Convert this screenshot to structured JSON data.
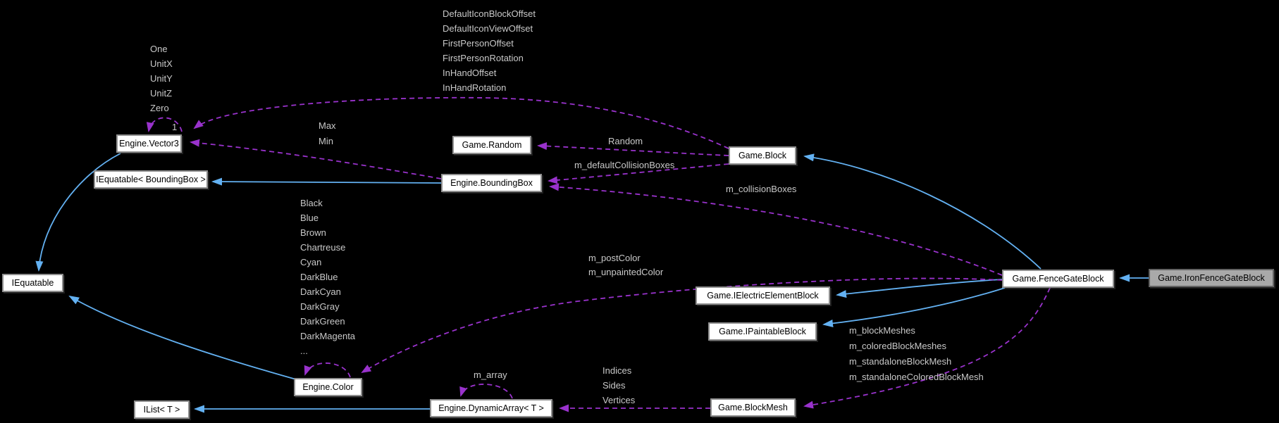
{
  "diagram": {
    "type": "collaboration-diagram",
    "background_color": "#000000",
    "colors": {
      "inheritance_edge": "#63b1f2",
      "usage_edge": "#9932cc",
      "node_fill": "#ffffff",
      "node_border": "#8f8f8f",
      "highlight_node_fill": "#a9a9a9",
      "edge_label_text": "#c9c9c9",
      "node_text": "#000000"
    },
    "nodes": {
      "vector3": {
        "label": "Engine.Vector3"
      },
      "iequatable_boundingbox": {
        "label": "IEquatable< BoundingBox >"
      },
      "random": {
        "label": "Game.Random"
      },
      "boundingbox": {
        "label": "Engine.BoundingBox"
      },
      "block": {
        "label": "Game.Block"
      },
      "iequatable": {
        "label": "IEquatable"
      },
      "fence_gate_block": {
        "label": "Game.FenceGateBlock"
      },
      "iron_fence_gate_block": {
        "label": "Game.IronFenceGateBlock",
        "highlighted": true
      },
      "ielectric_element_block": {
        "label": "Game.IElectricElementBlock"
      },
      "ipaintable_block": {
        "label": "Game.IPaintableBlock"
      },
      "color": {
        "label": "Engine.Color"
      },
      "ilist": {
        "label": "IList< T >"
      },
      "dynamic_array": {
        "label": "Engine.DynamicArray< T >"
      },
      "blockmesh": {
        "label": "Game.BlockMesh"
      }
    },
    "edge_labels": {
      "vector3_members": [
        "One",
        "UnitX",
        "UnitY",
        "UnitZ",
        "Zero"
      ],
      "vector3_loop_multiplicity": "1",
      "block_vector_members": [
        "DefaultIconBlockOffset",
        "DefaultIconViewOffset",
        "FirstPersonOffset",
        "FirstPersonRotation",
        "InHandOffset",
        "InHandRotation"
      ],
      "boundingbox_minmax": [
        "Max",
        "Min"
      ],
      "random_field": "Random",
      "default_collision_boxes": "m_defaultCollisionBoxes",
      "collision_boxes": "m_collisionBoxes",
      "paint_colors": [
        "m_postColor",
        "m_unpaintedColor"
      ],
      "color_members": [
        "Black",
        "Blue",
        "Brown",
        "Chartreuse",
        "Cyan",
        "DarkBlue",
        "DarkCyan",
        "DarkGray",
        "DarkGreen",
        "DarkMagenta",
        "..."
      ],
      "array_field": "m_array",
      "blockmesh_arrays": [
        "Indices",
        "Sides",
        "Vertices"
      ],
      "fencegate_meshes": [
        "m_blockMeshes",
        "m_coloredBlockMeshes",
        "m_standaloneBlockMesh",
        "m_standaloneColoredBlockMesh"
      ]
    },
    "edges": [
      {
        "from": "iron_fence_gate_block",
        "to": "fence_gate_block",
        "style": "inheritance"
      },
      {
        "from": "fence_gate_block",
        "to": "block",
        "style": "inheritance"
      },
      {
        "from": "fence_gate_block",
        "to": "ielectric_element_block",
        "style": "inheritance"
      },
      {
        "from": "fence_gate_block",
        "to": "ipaintable_block",
        "style": "inheritance"
      },
      {
        "from": "boundingbox",
        "to": "iequatable_boundingbox",
        "style": "inheritance"
      },
      {
        "from": "vector3",
        "to": "iequatable",
        "style": "inheritance"
      },
      {
        "from": "color",
        "to": "iequatable",
        "style": "inheritance"
      },
      {
        "from": "dynamic_array",
        "to": "ilist",
        "style": "inheritance"
      },
      {
        "from": "vector3",
        "to": "vector3",
        "style": "usage",
        "label_ref": "vector3_members"
      },
      {
        "from": "block",
        "to": "vector3",
        "style": "usage",
        "label_ref": "block_vector_members"
      },
      {
        "from": "block",
        "to": "random",
        "style": "usage",
        "label_ref": "random_field"
      },
      {
        "from": "block",
        "to": "boundingbox",
        "style": "usage",
        "label_ref": "default_collision_boxes"
      },
      {
        "from": "fence_gate_block",
        "to": "boundingbox",
        "style": "usage",
        "label_ref": "collision_boxes"
      },
      {
        "from": "boundingbox",
        "to": "vector3",
        "style": "usage",
        "label_ref": "boundingbox_minmax"
      },
      {
        "from": "color",
        "to": "color",
        "style": "usage",
        "label_ref": "color_members"
      },
      {
        "from": "fence_gate_block",
        "to": "color",
        "style": "usage",
        "label_ref": "paint_colors"
      },
      {
        "from": "blockmesh",
        "to": "dynamic_array",
        "style": "usage",
        "label_ref": "blockmesh_arrays"
      },
      {
        "from": "dynamic_array",
        "to": "dynamic_array",
        "style": "usage",
        "label_ref": "array_field"
      },
      {
        "from": "fence_gate_block",
        "to": "blockmesh",
        "style": "usage",
        "label_ref": "fencegate_meshes"
      }
    ]
  }
}
